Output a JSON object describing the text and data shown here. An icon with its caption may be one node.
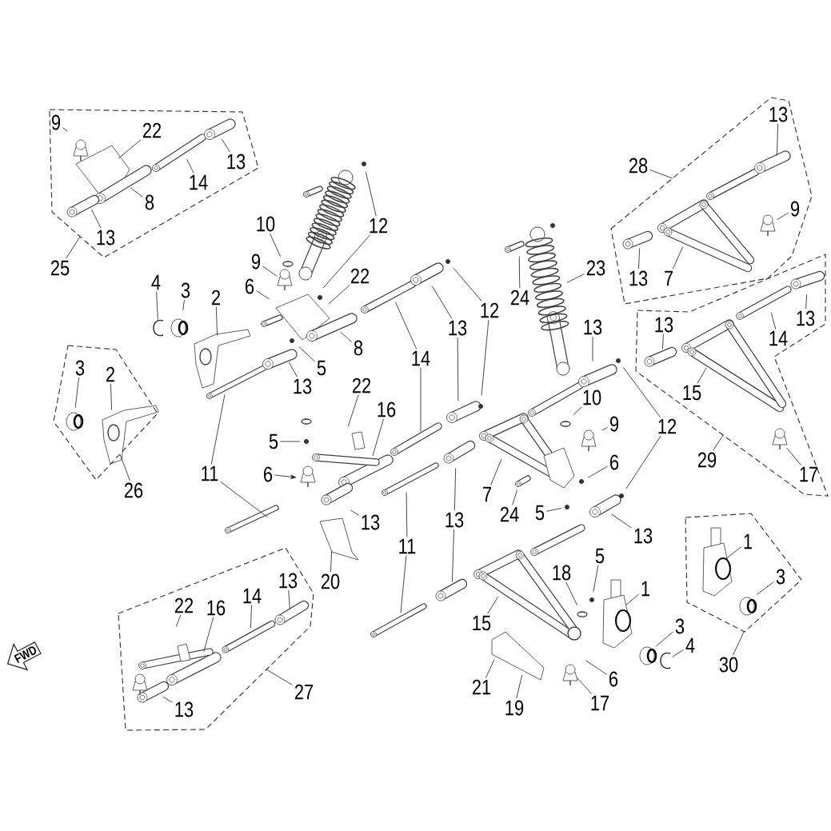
{
  "diagram": {
    "nodes": [
      {
        "text": [],
        "shape": "polygon"
      },
      {
        "text": [
          "9"
        ],
        "in": 0
      },
      {
        "text": [
          "22"
        ],
        "in": 0
      },
      {
        "text": [
          "13"
        ],
        "in": 0
      },
      {
        "text": [
          "14"
        ],
        "in": 0
      },
      {
        "text": [
          "8"
        ],
        "in": 0
      },
      {
        "text": [
          "13"
        ],
        "in": 0
      },
      {
        "text": [
          "25"
        ]
      },
      {
        "text": [],
        "shape": "polygon"
      },
      {
        "text": [
          "13"
        ],
        "in": 8
      },
      {
        "text": [
          "28"
        ]
      },
      {
        "text": [
          "9"
        ],
        "in": 8
      },
      {
        "text": [
          "13"
        ],
        "in": 8
      },
      {
        "text": [
          "7"
        ],
        "in": 8
      },
      {
        "text": [
          "10"
        ]
      },
      {
        "text": [
          "12"
        ]
      },
      {
        "text": [
          "9"
        ]
      },
      {
        "text": [
          "23"
        ]
      },
      {
        "text": [
          "22"
        ]
      },
      {
        "text": [
          "4"
        ]
      },
      {
        "text": [
          "6"
        ]
      },
      {
        "text": [
          "3"
        ]
      },
      {
        "text": [
          "24"
        ]
      },
      {
        "text": [
          "2"
        ]
      },
      {
        "text": [
          "12"
        ]
      },
      {
        "text": [],
        "shape": "polygon"
      },
      {
        "text": [
          "13"
        ],
        "in": 25
      },
      {
        "text": [
          "13"
        ],
        "in": 25
      },
      {
        "text": [
          "14"
        ],
        "in": 25
      },
      {
        "text": [
          "13"
        ]
      },
      {
        "text": [
          "13"
        ]
      },
      {
        "text": [
          "8"
        ]
      },
      {
        "text": [
          "14"
        ]
      },
      {
        "text": [
          "5"
        ]
      },
      {
        "text": [
          "13"
        ]
      },
      {
        "text": [
          "10"
        ]
      },
      {
        "text": [
          "15"
        ],
        "in": 25
      },
      {
        "text": [
          "22"
        ]
      },
      {
        "text": [],
        "shape": "polygon"
      },
      {
        "text": [
          "3"
        ],
        "in": 38
      },
      {
        "text": [
          "2"
        ],
        "in": 38
      },
      {
        "text": [
          "16"
        ]
      },
      {
        "text": [
          "9"
        ]
      },
      {
        "text": [
          "12"
        ]
      },
      {
        "text": [
          "5"
        ]
      },
      {
        "text": [
          "29"
        ]
      },
      {
        "text": [
          "6"
        ]
      },
      {
        "text": [
          "11"
        ]
      },
      {
        "text": [
          "6"
        ]
      },
      {
        "text": [
          "17"
        ],
        "in": 25
      },
      {
        "text": [
          "26"
        ]
      },
      {
        "text": [
          "7"
        ]
      },
      {
        "text": [
          "24"
        ]
      },
      {
        "text": [
          "5"
        ]
      },
      {
        "text": [
          "13"
        ]
      },
      {
        "text": [
          "13"
        ]
      },
      {
        "text": [
          "13"
        ]
      },
      {
        "text": [
          "11"
        ]
      },
      {
        "text": [],
        "shape": "polygon"
      },
      {
        "text": [
          "1"
        ],
        "in": 58
      },
      {
        "text": [
          "3"
        ],
        "in": 58
      },
      {
        "text": [
          "20"
        ]
      },
      {
        "text": [],
        "shape": "polygon"
      },
      {
        "text": [
          "22"
        ],
        "in": 62
      },
      {
        "text": [
          "16"
        ],
        "in": 62
      },
      {
        "text": [
          "14"
        ],
        "in": 62
      },
      {
        "text": [
          "13"
        ],
        "in": 62
      },
      {
        "text": [
          "13"
        ],
        "in": 62
      },
      {
        "text": [
          "27"
        ]
      },
      {
        "text": [
          "5"
        ]
      },
      {
        "text": [
          "18"
        ]
      },
      {
        "text": [
          "1"
        ]
      },
      {
        "text": [
          "15"
        ]
      },
      {
        "text": [
          "3"
        ]
      },
      {
        "text": [
          "4"
        ]
      },
      {
        "text": [
          "30"
        ]
      },
      {
        "text": [
          "6"
        ]
      },
      {
        "text": [
          "21"
        ]
      },
      {
        "text": [
          "17"
        ]
      },
      {
        "text": [
          "19"
        ]
      },
      {
        "text": [
          "FWD"
        ]
      }
    ],
    "edges": [
      {
        "from": 1,
        "to": null,
        "arrow": "none"
      },
      {
        "from": 2,
        "to": null,
        "arrow": "none"
      },
      {
        "from": 3,
        "to": null,
        "arrow": "none"
      },
      {
        "from": 4,
        "to": null,
        "arrow": "none"
      },
      {
        "from": 5,
        "to": null,
        "arrow": "none"
      },
      {
        "from": 6,
        "to": null,
        "arrow": "none"
      },
      {
        "from": 7,
        "to": 0,
        "arrow": "none"
      },
      {
        "from": 9,
        "to": null,
        "arrow": "none"
      },
      {
        "from": 10,
        "to": 8,
        "arrow": "none"
      },
      {
        "from": 11,
        "to": null,
        "arrow": "none"
      },
      {
        "from": 12,
        "to": null,
        "arrow": "none"
      },
      {
        "from": 13,
        "to": null,
        "arrow": "none"
      },
      {
        "from": 14,
        "to": null,
        "arrow": "none"
      },
      {
        "from": 15,
        "to": null,
        "arrow": "none"
      },
      {
        "from": 15,
        "to": null,
        "arrow": "none"
      },
      {
        "from": 16,
        "to": null,
        "arrow": "none"
      },
      {
        "from": 17,
        "to": null,
        "arrow": "none"
      },
      {
        "from": 18,
        "to": null,
        "arrow": "none"
      },
      {
        "from": 19,
        "to": null,
        "arrow": "none"
      },
      {
        "from": 20,
        "to": null,
        "arrow": "none"
      },
      {
        "from": 21,
        "to": null,
        "arrow": "none"
      },
      {
        "from": 22,
        "to": null,
        "arrow": "none"
      },
      {
        "from": 23,
        "to": null,
        "arrow": "none"
      },
      {
        "from": 24,
        "to": null,
        "arrow": "none"
      },
      {
        "from": 24,
        "to": null,
        "arrow": "none"
      },
      {
        "from": 26,
        "to": null,
        "arrow": "none"
      },
      {
        "from": 27,
        "to": null,
        "arrow": "none"
      },
      {
        "from": 28,
        "to": null,
        "arrow": "none"
      },
      {
        "from": 29,
        "to": null,
        "arrow": "none"
      },
      {
        "from": 29,
        "to": null,
        "arrow": "none"
      },
      {
        "from": 30,
        "to": null,
        "arrow": "none"
      },
      {
        "from": 31,
        "to": null,
        "arrow": "none"
      },
      {
        "from": 32,
        "to": null,
        "arrow": "none"
      },
      {
        "from": 32,
        "to": null,
        "arrow": "none"
      },
      {
        "from": 33,
        "to": null,
        "arrow": "none"
      },
      {
        "from": 34,
        "to": null,
        "arrow": "none"
      },
      {
        "from": 35,
        "to": null,
        "arrow": "none"
      },
      {
        "from": 36,
        "to": null,
        "arrow": "none"
      },
      {
        "from": 37,
        "to": null,
        "arrow": "none"
      },
      {
        "from": 39,
        "to": null,
        "arrow": "none"
      },
      {
        "from": 40,
        "to": null,
        "arrow": "none"
      },
      {
        "from": 41,
        "to": null,
        "arrow": "none"
      },
      {
        "from": 42,
        "to": null,
        "arrow": "none"
      },
      {
        "from": 43,
        "to": null,
        "arrow": "none"
      },
      {
        "from": 43,
        "to": null,
        "arrow": "none"
      },
      {
        "from": 44,
        "to": null,
        "arrow": "none"
      },
      {
        "from": 45,
        "to": 25,
        "arrow": "none"
      },
      {
        "from": 46,
        "to": null,
        "arrow": "none"
      },
      {
        "from": 47,
        "to": null,
        "arrow": "none"
      },
      {
        "from": 47,
        "to": null,
        "arrow": "none"
      },
      {
        "from": 48,
        "to": null,
        "arrow": "to"
      },
      {
        "from": 49,
        "to": null,
        "arrow": "none"
      },
      {
        "from": 50,
        "to": 38,
        "arrow": "none"
      },
      {
        "from": 51,
        "to": null,
        "arrow": "none"
      },
      {
        "from": 52,
        "to": null,
        "arrow": "none"
      },
      {
        "from": 53,
        "to": null,
        "arrow": "none"
      },
      {
        "from": 54,
        "to": null,
        "arrow": "none"
      },
      {
        "from": 55,
        "to": null,
        "arrow": "none"
      },
      {
        "from": 55,
        "to": null,
        "arrow": "none"
      },
      {
        "from": 56,
        "to": null,
        "arrow": "none"
      },
      {
        "from": 57,
        "to": null,
        "arrow": "none"
      },
      {
        "from": 57,
        "to": null,
        "arrow": "none"
      },
      {
        "from": 59,
        "to": null,
        "arrow": "none"
      },
      {
        "from": 60,
        "to": null,
        "arrow": "none"
      },
      {
        "from": 61,
        "to": null,
        "arrow": "none"
      },
      {
        "from": 63,
        "to": null,
        "arrow": "none"
      },
      {
        "from": 64,
        "to": null,
        "arrow": "none"
      },
      {
        "from": 65,
        "to": null,
        "arrow": "none"
      },
      {
        "from": 66,
        "to": null,
        "arrow": "none"
      },
      {
        "from": 67,
        "to": null,
        "arrow": "none"
      },
      {
        "from": 68,
        "to": 62,
        "arrow": "none"
      },
      {
        "from": 69,
        "to": null,
        "arrow": "none"
      },
      {
        "from": 70,
        "to": null,
        "arrow": "none"
      },
      {
        "from": 71,
        "to": null,
        "arrow": "none"
      },
      {
        "from": 72,
        "to": null,
        "arrow": "none"
      },
      {
        "from": 73,
        "to": null,
        "arrow": "none"
      },
      {
        "from": 74,
        "to": null,
        "arrow": "none"
      },
      {
        "from": 75,
        "to": 58,
        "arrow": "none"
      },
      {
        "from": 76,
        "to": null,
        "arrow": "none"
      },
      {
        "from": 77,
        "to": null,
        "arrow": "none"
      },
      {
        "from": 78,
        "to": null,
        "arrow": "none"
      },
      {
        "from": 79,
        "to": null,
        "arrow": "none"
      }
    ]
  }
}
